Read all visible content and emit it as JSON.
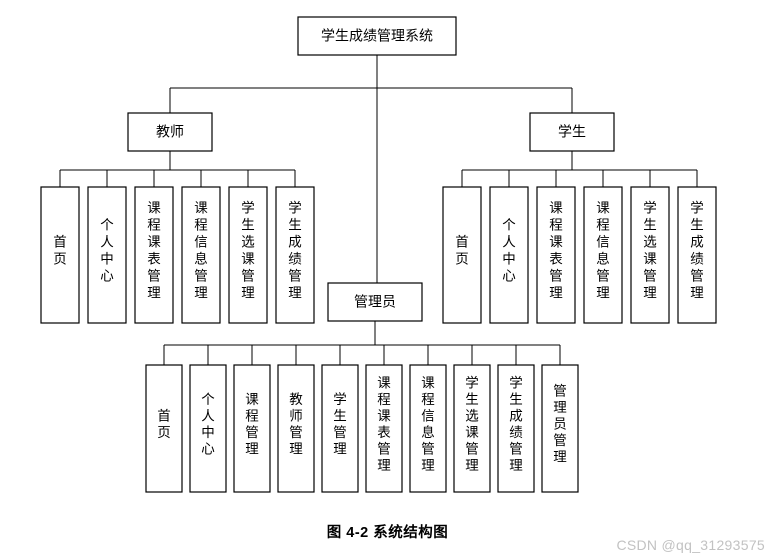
{
  "figure": {
    "caption": "图 4-2  系统结构图",
    "watermark": "CSDN @qq_31293575"
  },
  "tree": {
    "root": {
      "label": "学生成绩管理系统"
    },
    "branches": [
      {
        "id": "teacher",
        "label": "教师",
        "leaves": [
          {
            "label": "首页"
          },
          {
            "label": "个人中心"
          },
          {
            "label": "课程课表管理"
          },
          {
            "label": "课程信息管理"
          },
          {
            "label": "学生选课管理"
          },
          {
            "label": "学生成绩管理"
          }
        ]
      },
      {
        "id": "student",
        "label": "学生",
        "leaves": [
          {
            "label": "首页"
          },
          {
            "label": "个人中心"
          },
          {
            "label": "课程课表管理"
          },
          {
            "label": "课程信息管理"
          },
          {
            "label": "学生选课管理"
          },
          {
            "label": "学生成绩管理"
          }
        ]
      },
      {
        "id": "admin",
        "label": "管理员",
        "leaves": [
          {
            "label": "首页"
          },
          {
            "label": "个人中心"
          },
          {
            "label": "课程管理"
          },
          {
            "label": "教师管理"
          },
          {
            "label": "学生管理"
          },
          {
            "label": "课程课表管理"
          },
          {
            "label": "课程信息管理"
          },
          {
            "label": "学生选课管理"
          },
          {
            "label": "学生成绩管理"
          },
          {
            "label": "管理员管理"
          }
        ]
      }
    ]
  },
  "colors": {
    "stroke": "#000000",
    "box_fill": "#ffffff",
    "text": "#000000",
    "watermark": "#c2c2c2",
    "background": "#ffffff"
  }
}
